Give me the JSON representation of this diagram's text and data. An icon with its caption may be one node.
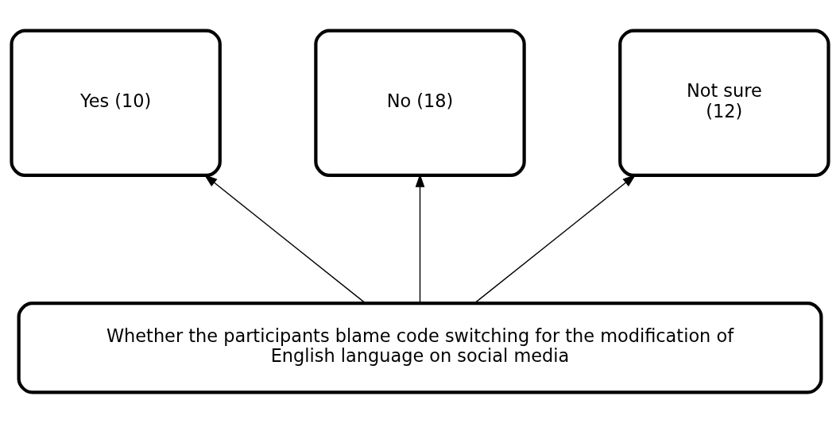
{
  "diagram": {
    "nodes": [
      {
        "text": [
          "Yes (10)"
        ]
      },
      {
        "text": [
          "No (18)"
        ]
      },
      {
        "text": [
          "Not sure (12)"
        ]
      },
      {
        "text": [
          "Whether the participants blame code switching for the modification of English language on social media"
        ]
      }
    ],
    "edges": [
      {
        "from": 3,
        "to": 0,
        "arrow": "to"
      },
      {
        "from": 3,
        "to": 1,
        "arrow": "to"
      },
      {
        "from": 3,
        "to": 2,
        "arrow": "to"
      }
    ]
  }
}
